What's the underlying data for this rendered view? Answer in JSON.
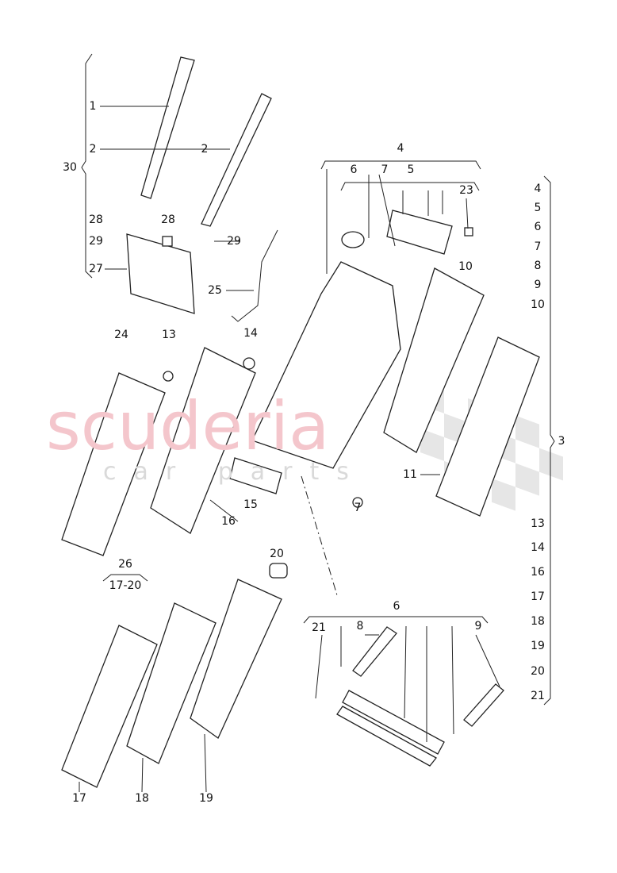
{
  "watermark": {
    "line1": "scuderia",
    "line2": "car parts"
  },
  "callouts": [
    "30",
    "2",
    "1",
    "2",
    "28",
    "28",
    "29",
    "29",
    "27",
    "25",
    "24",
    "13",
    "14",
    "15",
    "16",
    "26",
    "17-20",
    "20",
    "4",
    "6",
    "7",
    "5",
    "23",
    "10",
    "11",
    "7",
    "6",
    "8",
    "9",
    "21",
    "17",
    "18",
    "19"
  ],
  "right_column": {
    "group_label": "3",
    "items": [
      "4",
      "5",
      "6",
      "7",
      "8",
      "9",
      "10",
      "13",
      "14",
      "16",
      "17",
      "18",
      "19",
      "20",
      "21"
    ]
  }
}
